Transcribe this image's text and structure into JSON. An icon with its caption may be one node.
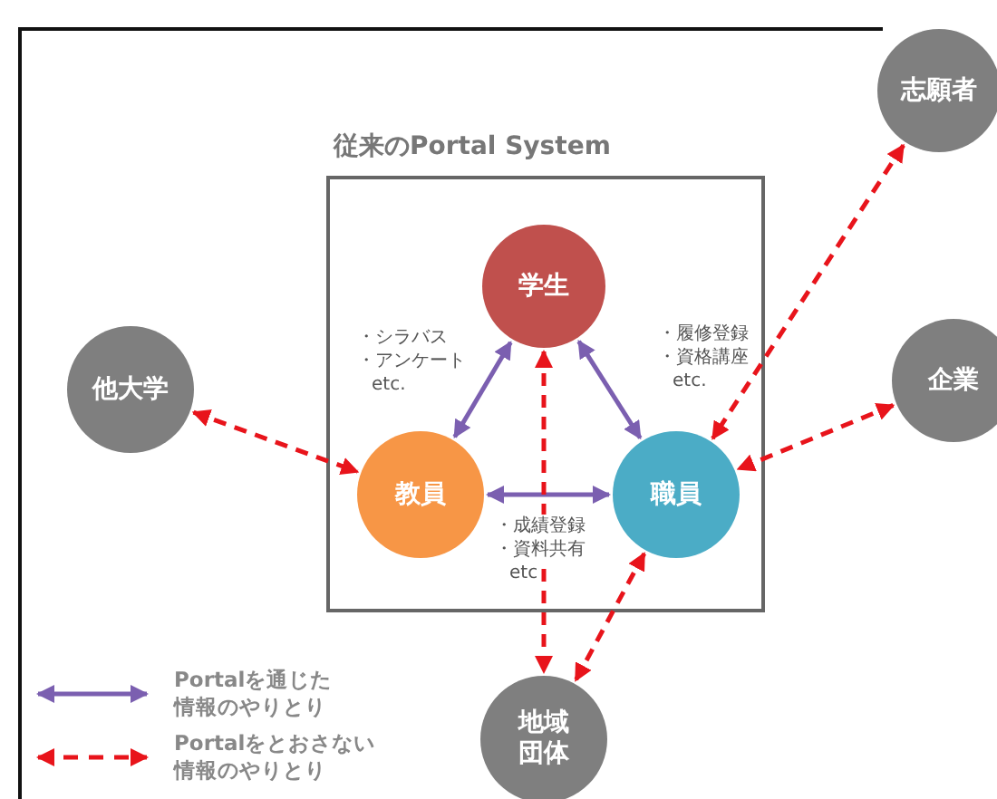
{
  "diagram": {
    "nodes": [
      {
        "text": [
          "従来のPortal System"
        ]
      },
      {
        "text": [
          "学生"
        ],
        "in": 0
      },
      {
        "text": [
          "教員"
        ],
        "in": 0
      },
      {
        "text": [
          "職員"
        ],
        "in": 0
      },
      {
        "text": [
          "他大学"
        ]
      },
      {
        "text": [
          "志願者"
        ]
      },
      {
        "text": [
          "企業"
        ]
      },
      {
        "text": [
          "地域団体"
        ]
      }
    ],
    "edges": [
      {
        "from": 1,
        "to": 2,
        "arrow": "both",
        "color": "#7b5fb0"
      },
      {
        "from": 1,
        "to": 3,
        "arrow": "both",
        "color": "#7b5fb0"
      },
      {
        "from": 2,
        "to": 3,
        "arrow": "both",
        "color": "#7b5fb0"
      },
      {
        "from": 4,
        "to": 2,
        "arrow": "both",
        "style": "dashed"
      },
      {
        "from": 5,
        "to": 3,
        "arrow": "both",
        "style": "dashed"
      },
      {
        "from": 6,
        "to": 3,
        "arrow": "both",
        "style": "dashed"
      },
      {
        "from": 1,
        "to": 7,
        "arrow": "both",
        "style": "dashed"
      },
      {
        "from": 3,
        "to": 7,
        "arrow": "both",
        "style": "dashed"
      }
    ],
    "labels": [
      "・シラバス",
      "・アンケート",
      "etc.",
      "・履修登録",
      "・資格講座",
      "etc.",
      "・成績登録",
      "・資料共有",
      "etc"
    ],
    "legend": [
      {
        "text": "Portalを通じた情報のやりとり"
      },
      {
        "text": "Portalをとおさない情報のやりとり"
      }
    ]
  }
}
